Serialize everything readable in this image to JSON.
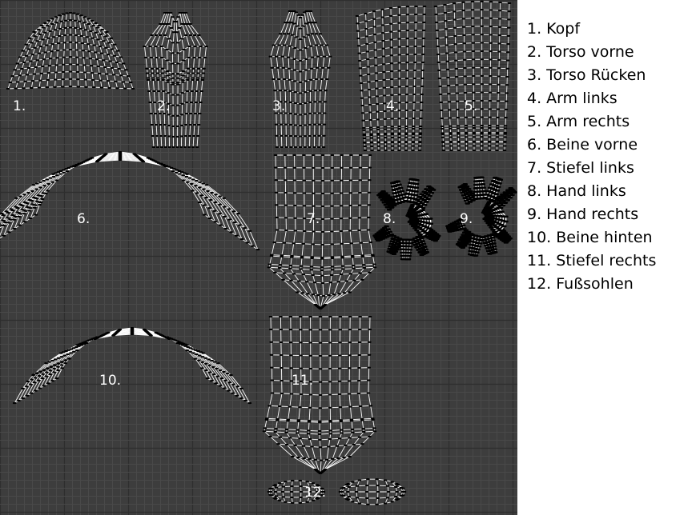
{
  "colors": {
    "background": "#3d3d3d",
    "grid_minor": "#494949",
    "grid_major": "#2e2e2e",
    "mesh": "#ffffff",
    "vertex": "#000000",
    "label": "#ffffff",
    "legend_text": "#000000"
  },
  "islands": [
    {
      "id": "kopf",
      "label": "1.",
      "shape": "head"
    },
    {
      "id": "torso-vorne",
      "label": "2.",
      "shape": "torso-front"
    },
    {
      "id": "torso-ruecken",
      "label": "3.",
      "shape": "torso-back"
    },
    {
      "id": "arm-links",
      "label": "4.",
      "shape": "arm"
    },
    {
      "id": "arm-rechts",
      "label": "5.",
      "shape": "arm"
    },
    {
      "id": "beine-vorne",
      "label": "6.",
      "shape": "legs"
    },
    {
      "id": "stiefel-links",
      "label": "7.",
      "shape": "boot"
    },
    {
      "id": "hand-links",
      "label": "8.",
      "shape": "hand"
    },
    {
      "id": "hand-rechts",
      "label": "9.",
      "shape": "hand"
    },
    {
      "id": "beine-hinten",
      "label": "10.",
      "shape": "legs"
    },
    {
      "id": "stiefel-rechts",
      "label": "11.",
      "shape": "boot"
    },
    {
      "id": "fusssohlen",
      "label": "12.",
      "shape": "soles"
    }
  ],
  "legend": [
    "1. Kopf",
    "2. Torso vorne",
    "3. Torso Rücken",
    "4. Arm links",
    "5. Arm rechts",
    "6. Beine vorne",
    "7. Stiefel links",
    "8. Hand links",
    "9. Hand rechts",
    "10. Beine hinten",
    "11. Stiefel rechts",
    "12. Fußsohlen"
  ]
}
